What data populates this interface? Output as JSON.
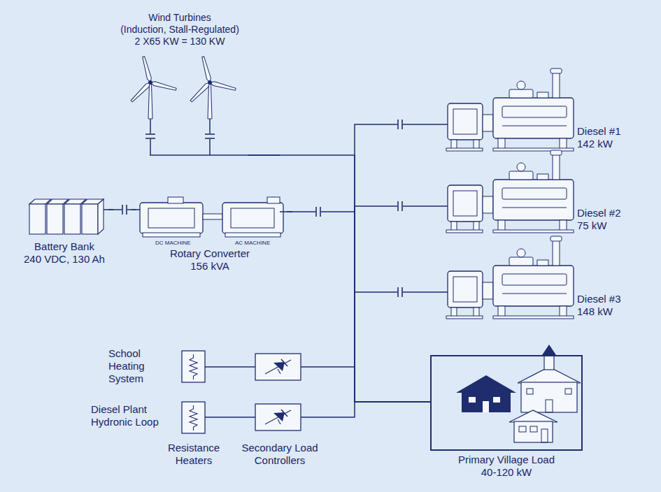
{
  "diagram": {
    "nodes": [
      {
        "text": [
          "Wind Turbines",
          "(Induction, Stall-Regulated)",
          "2 X65 KW = 130 KW"
        ]
      },
      {
        "text": [
          "Diesel #1",
          "142 kW"
        ]
      },
      {
        "text": [
          "Battery Bank",
          "240 VDC, 130 Ah"
        ]
      },
      {
        "text": [
          "Rotary Converter",
          "156 kVA"
        ]
      },
      {
        "text": [
          "Diesel #2",
          "75 kW"
        ]
      },
      {
        "text": [
          "Diesel #3",
          "148 kW"
        ]
      },
      {
        "text": [
          "School Heating System"
        ]
      },
      {
        "text": [
          "Diesel Plant Hydronic Loop"
        ]
      },
      {
        "text": [
          "Primary Village Load",
          "40-120 kW"
        ]
      }
    ],
    "edges": [
      {
        "from": 0,
        "to": 8,
        "arrow": "none"
      },
      {
        "from": 1,
        "to": 8,
        "arrow": "none"
      },
      {
        "from": 2,
        "to": 3,
        "arrow": "none"
      },
      {
        "from": 3,
        "to": 8,
        "arrow": "none"
      },
      {
        "from": 4,
        "to": 8,
        "arrow": "none"
      },
      {
        "from": 5,
        "to": 8,
        "arrow": "none"
      },
      {
        "from": 6,
        "to": 8,
        "arrow": "none"
      },
      {
        "from": 7,
        "to": 8,
        "arrow": "none"
      }
    ],
    "labels": [
      "DC MACHINE",
      "AC MACHINE",
      "Resistance Heaters",
      "Secondary Load Controllers"
    ]
  }
}
